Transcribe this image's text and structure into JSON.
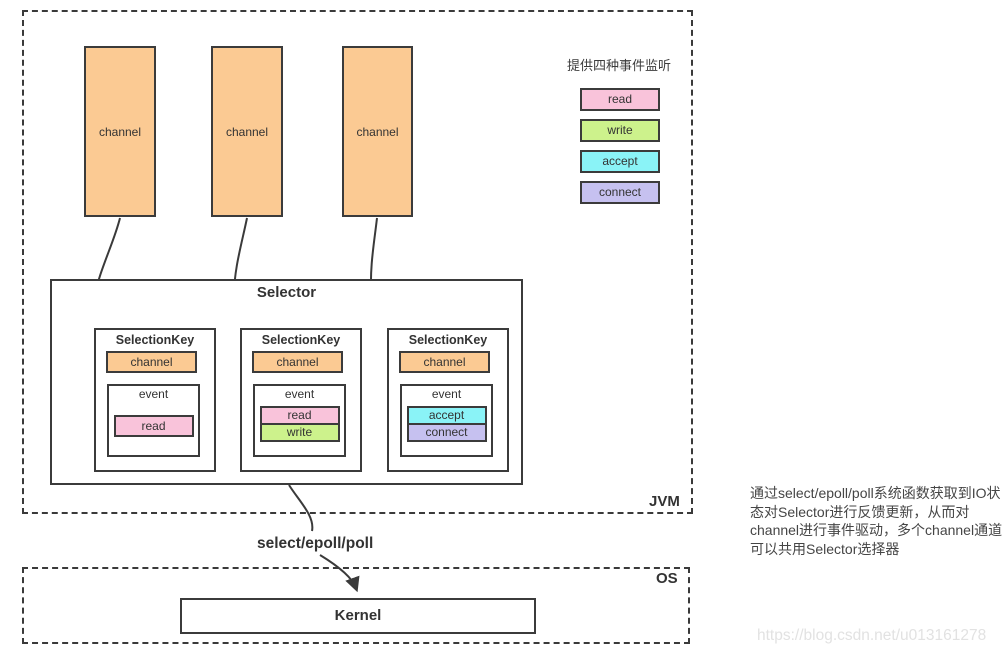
{
  "diagram": {
    "jvm_label": "JVM",
    "os_label": "OS",
    "selector_title": "Selector",
    "syscall_label": "select/epoll/poll",
    "kernel_label": "Kernel",
    "channels": [
      "channel",
      "channel",
      "channel"
    ],
    "legend": {
      "title": "提供四种事件监听",
      "items": [
        {
          "label": "read",
          "color": "#f9c3da"
        },
        {
          "label": "write",
          "color": "#cdf28c"
        },
        {
          "label": "accept",
          "color": "#8af3f7"
        },
        {
          "label": "connect",
          "color": "#c6c1f0"
        }
      ]
    },
    "selection_keys": [
      {
        "title": "SelectionKey",
        "channel_label": "channel",
        "event_title": "event",
        "events": [
          {
            "label": "read",
            "color": "#f9c3da"
          }
        ]
      },
      {
        "title": "SelectionKey",
        "channel_label": "channel",
        "event_title": "event",
        "events": [
          {
            "label": "read",
            "color": "#f9c3da"
          },
          {
            "label": "write",
            "color": "#cdf28c"
          }
        ]
      },
      {
        "title": "SelectionKey",
        "channel_label": "channel",
        "event_title": "event",
        "events": [
          {
            "label": "accept",
            "color": "#8af3f7"
          },
          {
            "label": "connect",
            "color": "#c6c1f0"
          }
        ]
      }
    ],
    "note": "通过select/epoll/poll系统函数获取到IO状态对Selector进行反馈更新，从而对channel进行事件驱动，多个channel通道可以共用Selector选择器",
    "watermark": "https://blog.csdn.net/u013161278",
    "colors": {
      "channel_fill": "#fbca93",
      "border": "#3b3b3b"
    }
  }
}
